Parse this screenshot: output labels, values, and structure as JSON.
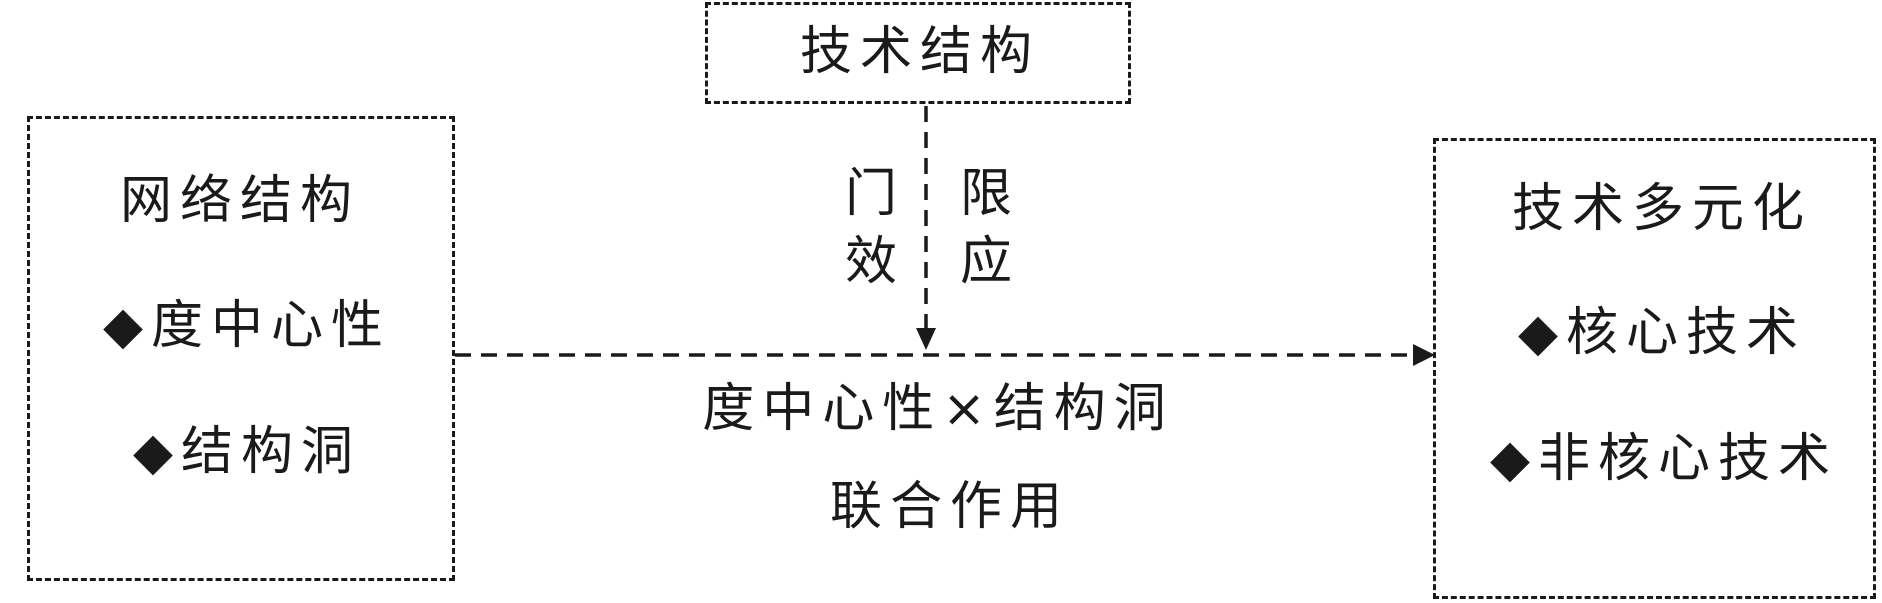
{
  "diagram": {
    "top_box": {
      "title": "技术结构"
    },
    "left_box": {
      "title": "网络结构",
      "items": [
        "◆度中心性",
        "◆结构洞"
      ]
    },
    "right_box": {
      "title": "技术多元化",
      "items": [
        "◆核心技术",
        "◆非核心技术"
      ]
    },
    "vertical_arrow": {
      "left_label_chars": [
        "门",
        "效"
      ],
      "right_label_chars": [
        "限",
        "应"
      ]
    },
    "horizontal_arrow": {
      "label_line1": "度中心性×结构洞",
      "label_line2": "联合作用"
    },
    "colors": {
      "stroke": "#1a1a1a",
      "background": "#ffffff"
    }
  }
}
